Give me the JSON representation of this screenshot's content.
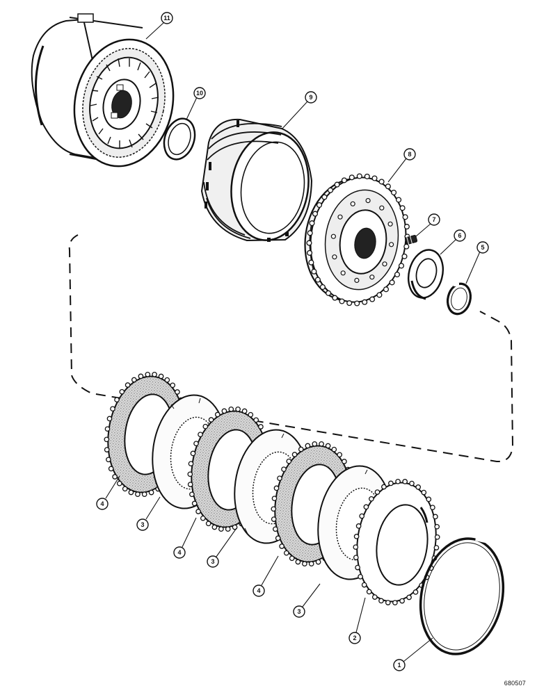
{
  "figure_code": "680507",
  "callouts": {
    "c1": "1",
    "c2": "2",
    "c3a": "3",
    "c3b": "3",
    "c3c": "3",
    "c4a": "4",
    "c4b": "4",
    "c4c": "4",
    "c5": "5",
    "c6": "6",
    "c7": "7",
    "c8": "8",
    "c9": "9",
    "c10": "10",
    "c11": "11"
  }
}
